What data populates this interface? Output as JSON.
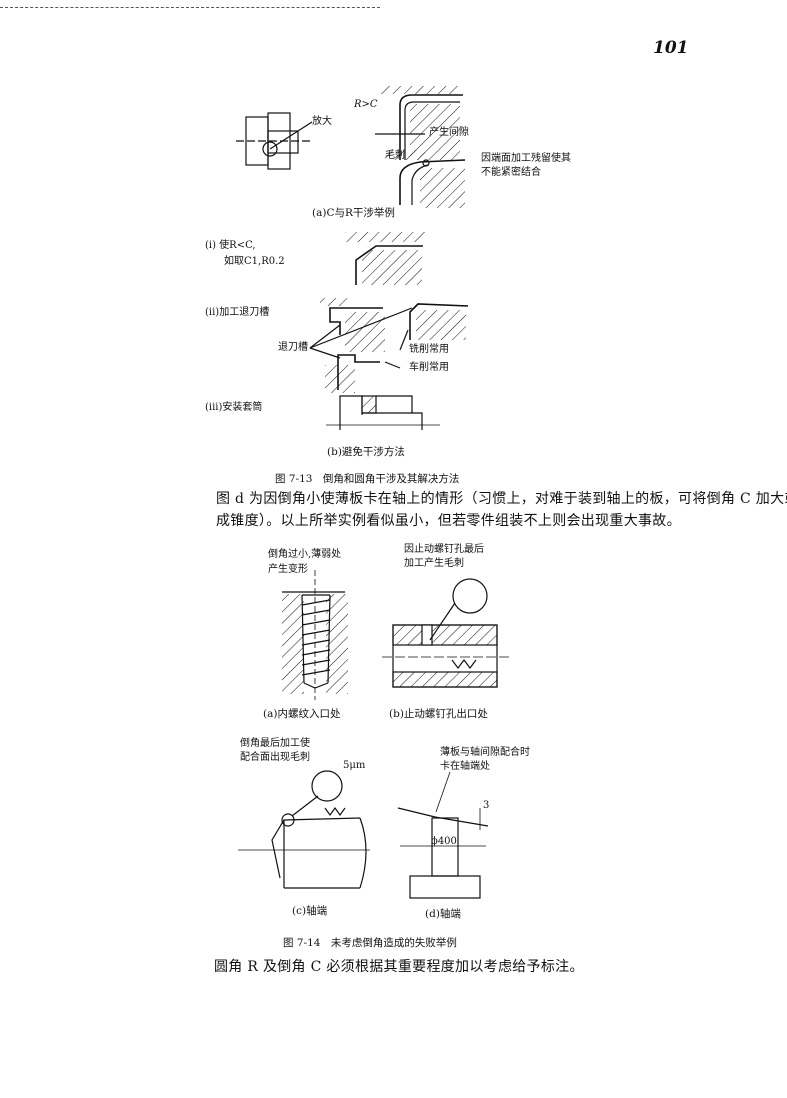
{
  "page_number": "101",
  "figure_7_13": {
    "a": {
      "enlarge_label": "放大",
      "r_gt_c": "R>C",
      "gap_label": "产生间隙",
      "burr_label": "毛刺",
      "note_line1": "因端面加工残留使其",
      "note_line2": "不能紧密结合",
      "caption": "(a)C与R干涉举例"
    },
    "b": {
      "item_i_line1": "(i) 使R<C,",
      "item_i_line2": "如取C1,R0.2",
      "item_ii": "(ii)加工退刀槽",
      "undercut_label": "退刀槽",
      "milling_label": "铣削常用",
      "turning_label": "车削常用",
      "item_iii": "(iii)安装套筒",
      "caption": "(b)避免干涉方法"
    },
    "caption": "图 7-13　倒角和圆角干涉及其解决方法"
  },
  "paragraph": {
    "line1": "图 d 为因倒角小使薄板卡在轴上的情形（习惯上，对难于装到轴上的板，可将倒角 C 加大或做",
    "line2": "成锥度）。以上所举实例看似虽小，但若零件组装不上则会出现重大事故。"
  },
  "figure_7_14": {
    "a": {
      "note_line1": "倒角过小,薄弱处",
      "note_line2": "产生变形",
      "caption": "(a)内螺纹入口处"
    },
    "b": {
      "note_line1": "因止动螺钉孔最后",
      "note_line2": "加工产生毛刺",
      "caption": "(b)止动螺钉孔出口处"
    },
    "c": {
      "note_line1": "倒角最后加工使",
      "note_line2": "配合面出现毛刺",
      "dim": "5μm",
      "caption": "(c)轴端"
    },
    "d": {
      "note_line1": "薄板与轴间隙配合时",
      "note_line2": "卡在轴端处",
      "diameter": "ϕ400",
      "dim": "3",
      "caption": "(d)轴端"
    },
    "caption": "图 7-14　未考虑倒角造成的失败举例"
  },
  "closing_line": "圆角 R 及倒角 C 必须根据其重要程度加以考虑给予标注。"
}
